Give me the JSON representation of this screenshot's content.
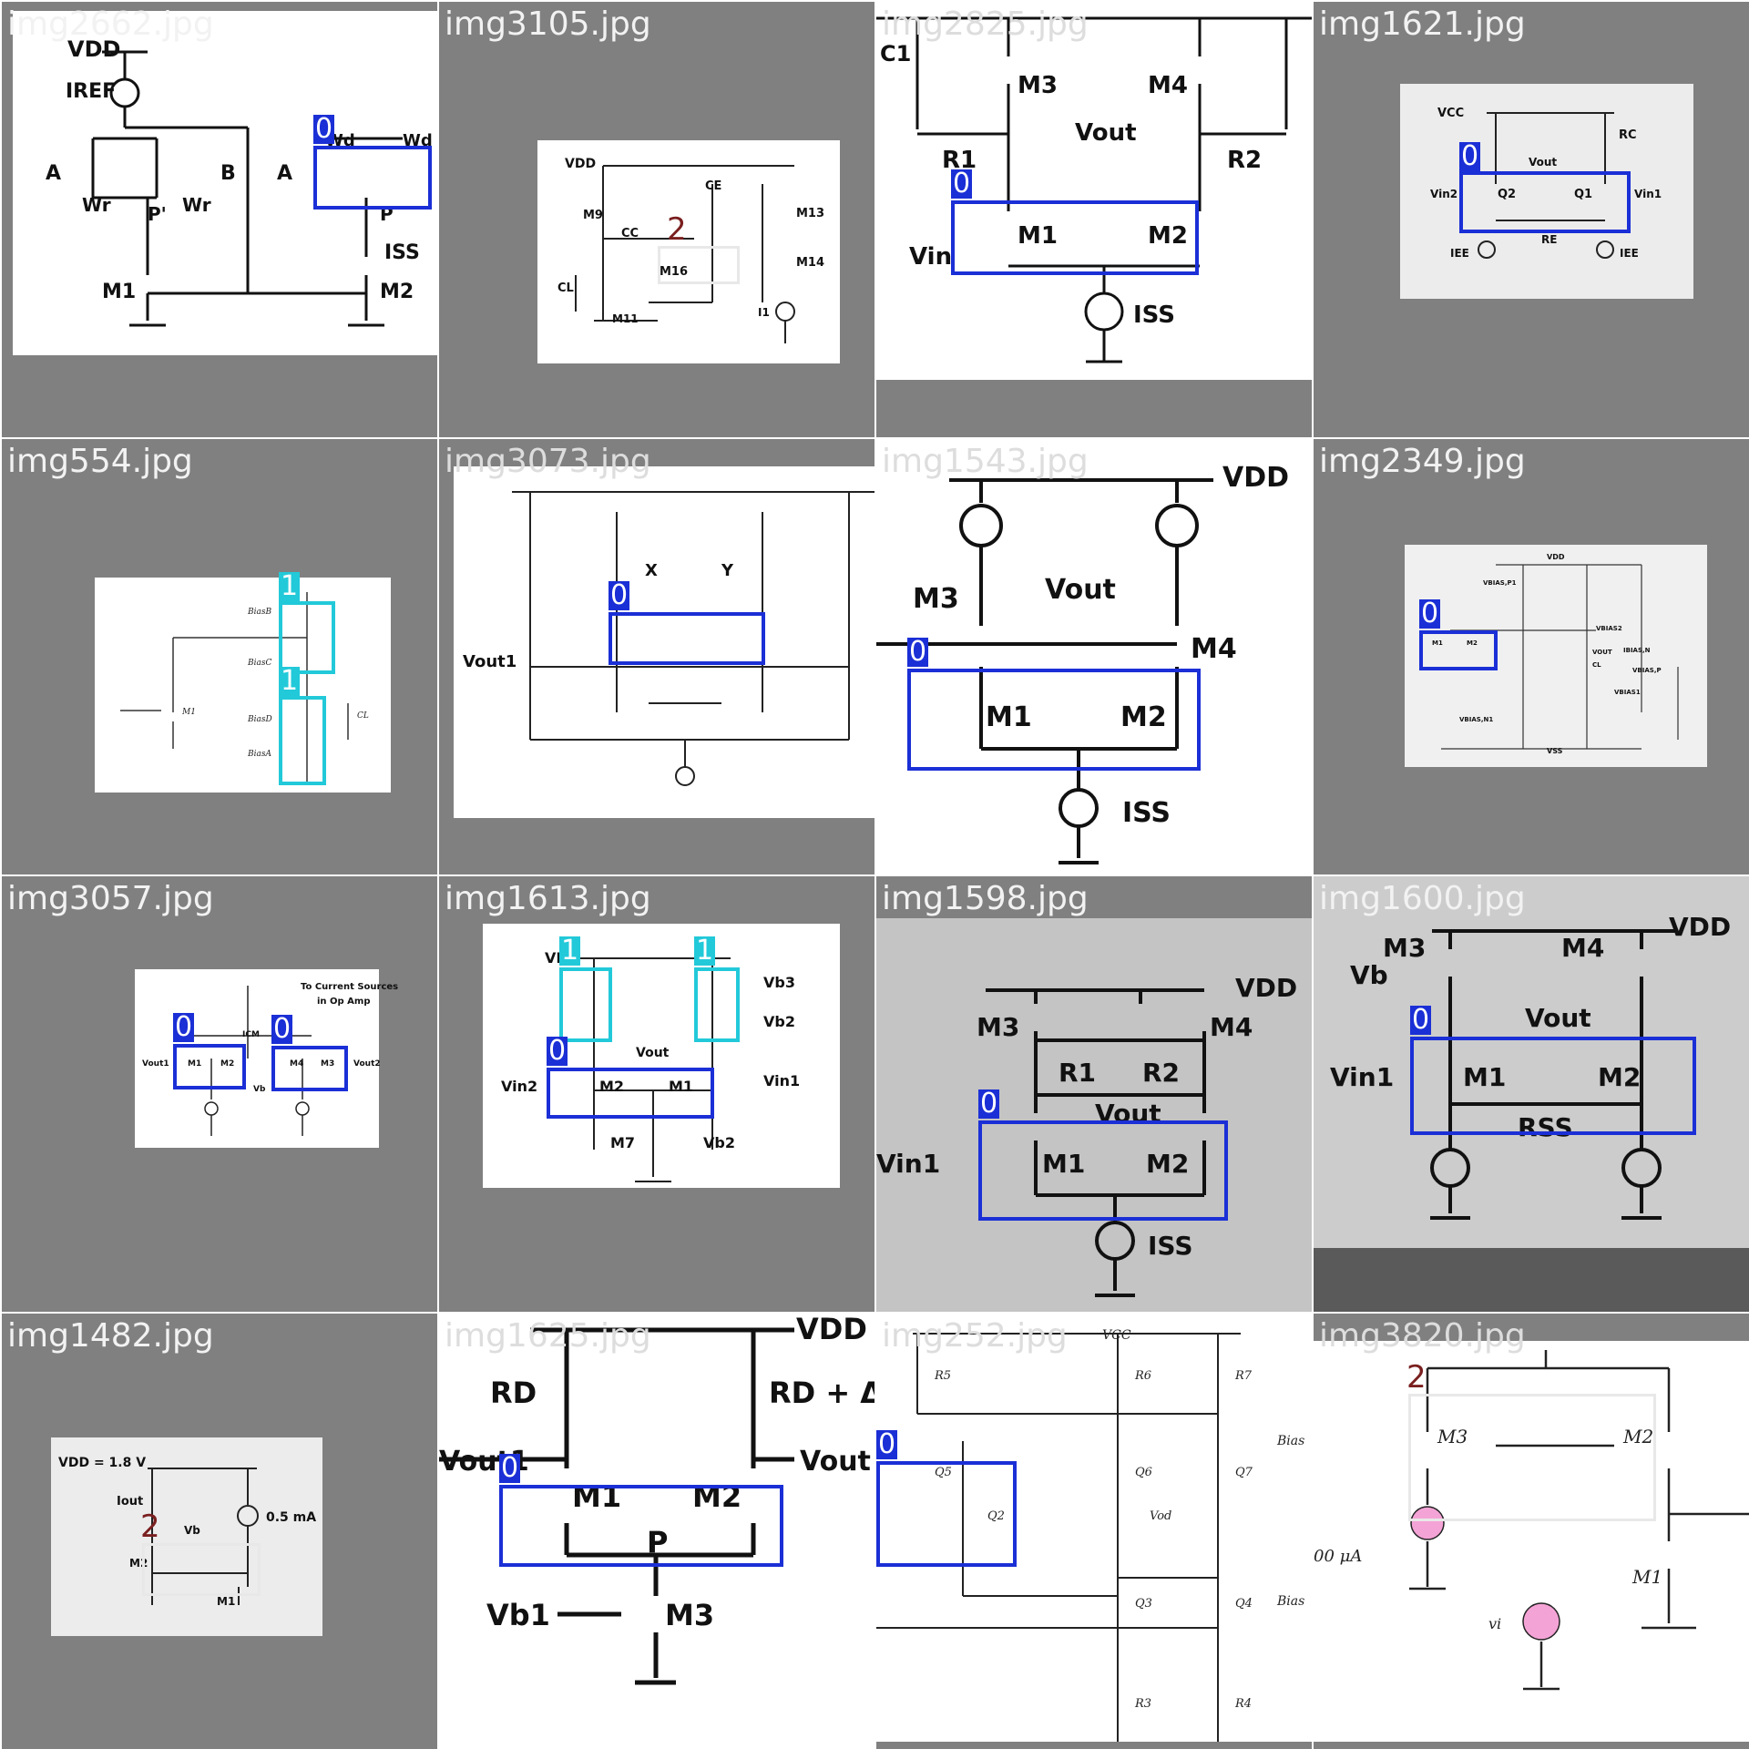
{
  "tiles": [
    {
      "filename": "img2662.jpg",
      "texts": [
        "VDD",
        "IREF",
        "A",
        "B",
        "Wr",
        "Wr",
        "P'",
        "Wd",
        "Wd",
        "A",
        "P",
        "ISS",
        "M1",
        "M2"
      ],
      "boxes": [
        {
          "cls": "0"
        }
      ]
    },
    {
      "filename": "img3105.jpg",
      "texts": [
        "VDD",
        "CE",
        "M9",
        "CC",
        "M16",
        "CL",
        "M11",
        "M13",
        "M14",
        "I1"
      ],
      "boxes": [
        {
          "cls": "2"
        }
      ]
    },
    {
      "filename": "img2825.jpg",
      "texts": [
        "C1",
        "M3",
        "M4",
        "Vout",
        "R1",
        "R2",
        "M1",
        "M2",
        "Vin",
        "ISS"
      ],
      "boxes": [
        {
          "cls": "0"
        }
      ]
    },
    {
      "filename": "img1621.jpg",
      "texts": [
        "VCC",
        "RC",
        "Vout",
        "Q1",
        "Q2",
        "Vin1",
        "Vin2",
        "RE",
        "IEE",
        "IEE"
      ],
      "boxes": [
        {
          "cls": "0"
        }
      ]
    },
    {
      "filename": "img554.jpg",
      "texts": [
        "BiasB",
        "BiasC",
        "BiasD",
        "BiasA",
        "M1",
        "CL"
      ],
      "boxes": [
        {
          "cls": "1"
        },
        {
          "cls": "1"
        }
      ]
    },
    {
      "filename": "img3073.jpg",
      "texts": [
        "X",
        "Y",
        "Vout1"
      ],
      "boxes": [
        {
          "cls": "0"
        }
      ]
    },
    {
      "filename": "img1543.jpg",
      "texts": [
        "VDD",
        "M3",
        "Vout",
        "M4",
        "M1",
        "M2",
        "ISS"
      ],
      "boxes": [
        {
          "cls": "0"
        }
      ]
    },
    {
      "filename": "img2349.jpg",
      "texts": [
        "VDD",
        "VBIAS,P1",
        "M1",
        "M2",
        "VBIAS2",
        "VOUT",
        "CL",
        "IBIAS,N",
        "VBIAS,P",
        "VBIAS1",
        "VBIAS,N1",
        "VSS"
      ],
      "boxes": [
        {
          "cls": "0"
        }
      ]
    },
    {
      "filename": "img3057.jpg",
      "texts": [
        "To Current Sources",
        "in Op Amp",
        "ICM",
        "Vout1",
        "M1",
        "M2",
        "M4",
        "M3",
        "Vout2",
        "Vb"
      ],
      "boxes": [
        {
          "cls": "0"
        },
        {
          "cls": "0"
        }
      ]
    },
    {
      "filename": "img1613.jpg",
      "texts": [
        "VDD",
        "Vb3",
        "Vb2",
        "Vout",
        "Vin1",
        "Vin2",
        "M1",
        "M2",
        "M7",
        "Vb2"
      ],
      "boxes": [
        {
          "cls": "1"
        },
        {
          "cls": "1"
        },
        {
          "cls": "0"
        }
      ]
    },
    {
      "filename": "img1598.jpg",
      "texts": [
        "VDD",
        "M3",
        "M4",
        "R1",
        "R2",
        "Vout",
        "Vin1",
        "M1",
        "M2",
        "ISS"
      ],
      "boxes": [
        {
          "cls": "0"
        }
      ]
    },
    {
      "filename": "img1600.jpg",
      "texts": [
        "VDD",
        "M3",
        "M4",
        "Vb",
        "Vout",
        "Vin1",
        "M1",
        "M2",
        "RSS"
      ],
      "boxes": [
        {
          "cls": "0"
        }
      ]
    },
    {
      "filename": "img1482.jpg",
      "texts": [
        "VDD = 1.8 V",
        "Iout",
        "0.5 mA",
        "Vb",
        "M2",
        "M1"
      ],
      "boxes": [
        {
          "cls": "2"
        }
      ]
    },
    {
      "filename": "img1625.jpg",
      "texts": [
        "VDD",
        "RD",
        "RD + ΔR",
        "Vout1",
        "Vout",
        "M1",
        "M2",
        "P",
        "Vb1",
        "M3"
      ],
      "boxes": [
        {
          "cls": "0"
        }
      ]
    },
    {
      "filename": "img252.jpg",
      "texts": [
        "VCC",
        "R5",
        "R6",
        "R7",
        "Q5",
        "Q6",
        "Q7",
        "Q2",
        "Vod",
        "Q3",
        "Q4",
        "R3",
        "R4",
        "Bias",
        "Bias"
      ],
      "boxes": [
        {
          "cls": "0"
        }
      ]
    },
    {
      "filename": "img3820.jpg",
      "texts": [
        "M3",
        "M2",
        "M1",
        "00 μA",
        "vi"
      ],
      "boxes": [
        {
          "cls": "2"
        }
      ]
    }
  ]
}
